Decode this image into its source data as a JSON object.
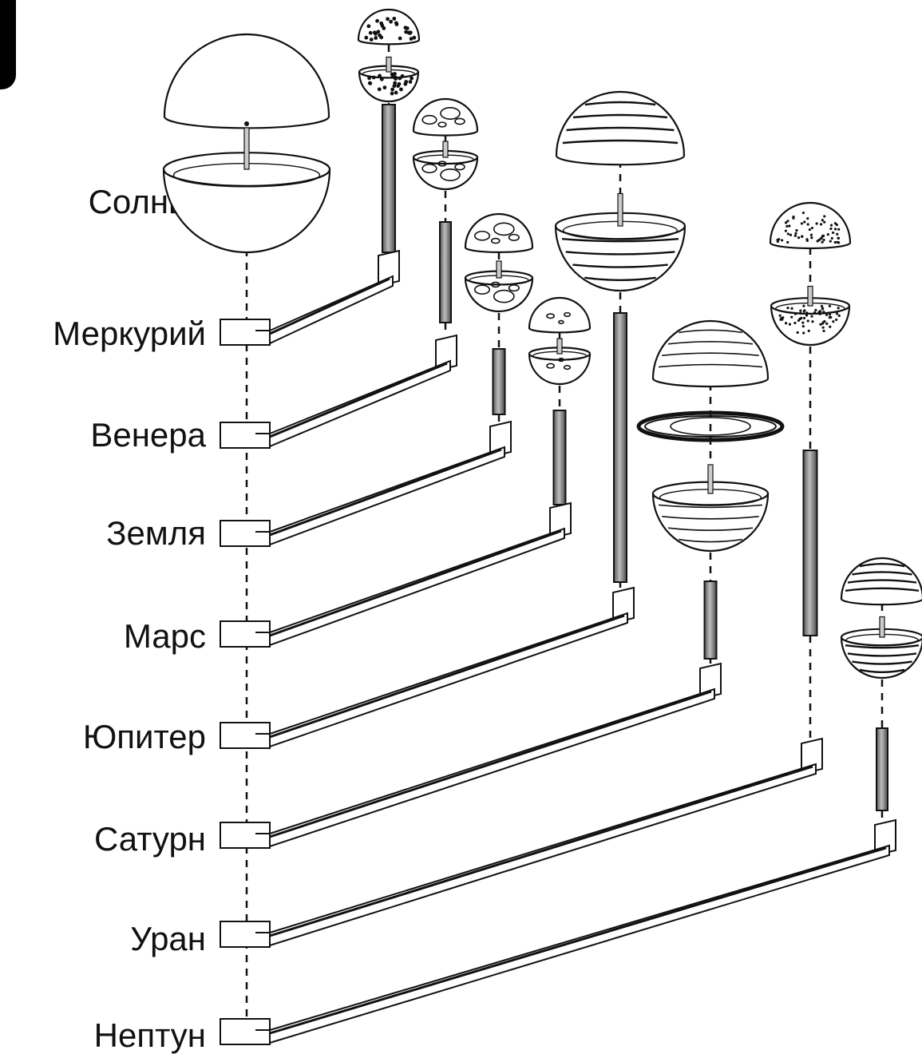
{
  "diagram": {
    "sun": {
      "label": "Солнце"
    },
    "planets": [
      {
        "label": "Меркурий",
        "texture": "spots"
      },
      {
        "label": "Венера",
        "texture": "continents"
      },
      {
        "label": "Земля",
        "texture": "continents"
      },
      {
        "label": "Марс",
        "texture": "craters"
      },
      {
        "label": "Юпитер",
        "texture": "bands"
      },
      {
        "label": "Сатурн",
        "texture": "stripes",
        "has_rings": true
      },
      {
        "label": "Уран",
        "texture": "dots"
      },
      {
        "label": "Нептун",
        "texture": "bands"
      }
    ],
    "colors": {
      "line": "#111111",
      "rod": "#888888",
      "background": "#ffffff"
    },
    "icons": {
      "corner": "corner-tab"
    }
  }
}
